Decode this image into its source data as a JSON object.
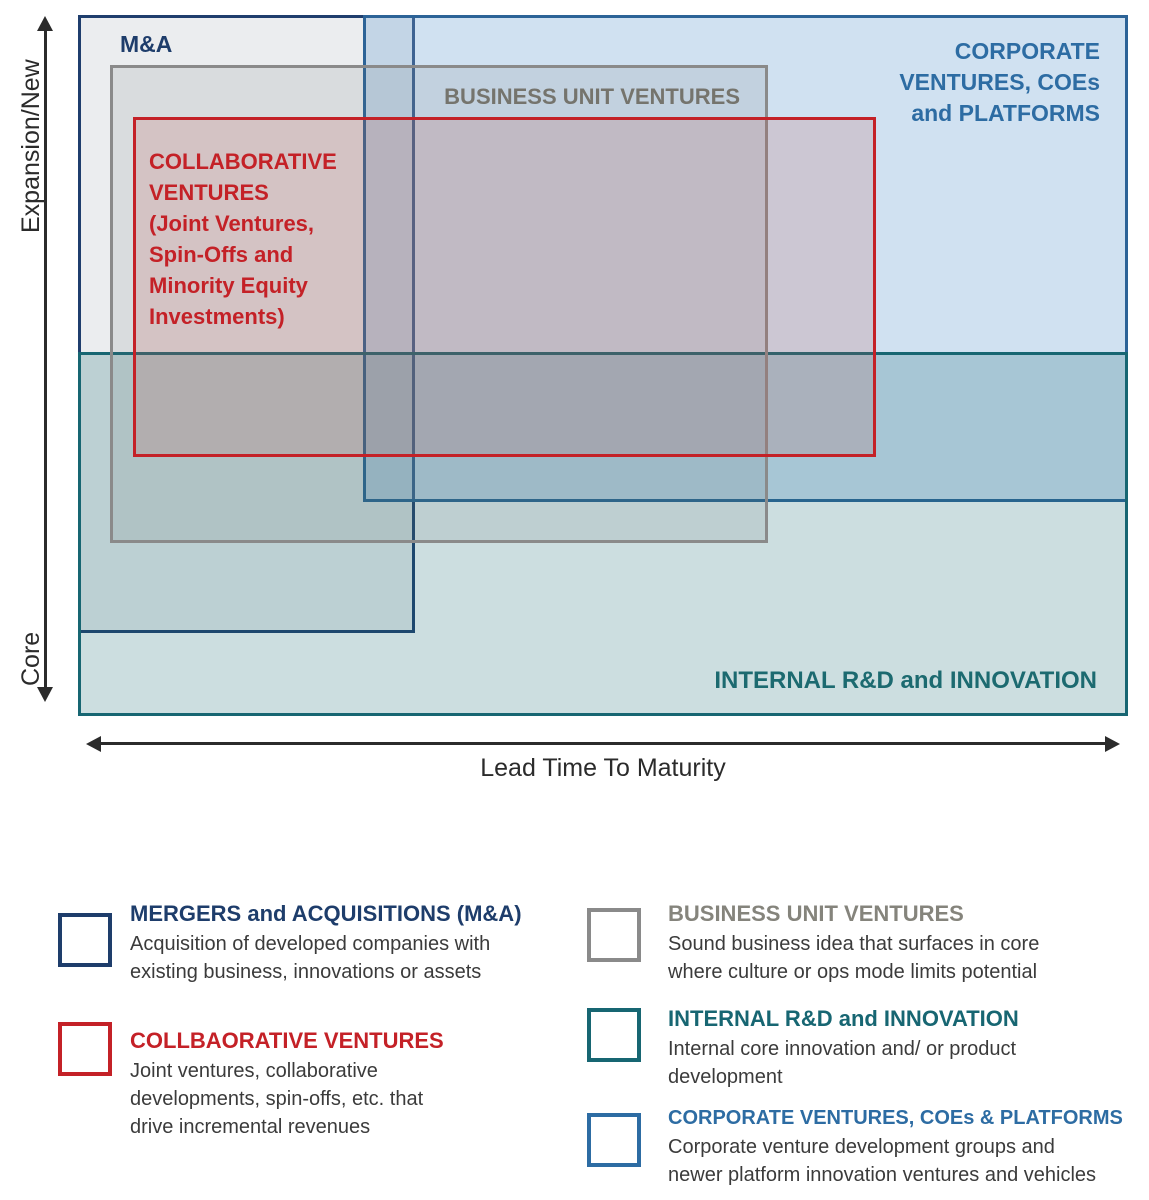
{
  "figure": {
    "axes": {
      "y_top_label": "Expansion/New",
      "y_bottom_label": "Core",
      "x_label": "Lead Time To Maturity"
    },
    "regions": {
      "mna": {
        "label": "M&A",
        "border_color": "#1f3e6d",
        "text_color": "#1e3d6b"
      },
      "corporate": {
        "label_lines": [
          "CORPORATE",
          "VENTURES, COEs",
          "and PLATFORMS"
        ],
        "border_color": "#2c6397",
        "text_color": "#2d6ca3"
      },
      "business_unit": {
        "label": "BUSINESS UNIT VENTURES",
        "border_color": "#8a8a8a",
        "text_color": "#75746d"
      },
      "collaborative": {
        "label_lines": [
          "COLLABORATIVE",
          "VENTURES",
          "(Joint Ventures,",
          "Spin-Offs and",
          "Minority Equity",
          "Investments)"
        ],
        "border_color": "#c42127",
        "text_color": "#c42127"
      },
      "internal_rd": {
        "label": "INTERNAL R&D and INNOVATION",
        "border_color": "#176672",
        "text_color": "#1c6a70"
      }
    }
  },
  "legend": {
    "items": [
      {
        "title": "MERGERS and ACQUISITIONS (M&A)",
        "title_color": "#1e3d6b",
        "swatch_color": "#1e3d6b",
        "body_lines": [
          "Acquisition of developed companies with",
          "existing business, innovations or assets"
        ]
      },
      {
        "title": "COLLBAORATIVE VENTURES",
        "title_color": "#c42127",
        "swatch_color": "#c42127",
        "body_lines": [
          "Joint ventures, collaborative",
          "developments, spin-offs, etc. that",
          "drive incremental revenues"
        ]
      },
      {
        "title": "BUSINESS UNIT VENTURES",
        "title_color": "#85847c",
        "swatch_color": "#8a8a8a",
        "body_lines": [
          "Sound business idea that surfaces in core",
          "where culture or ops mode limits potential"
        ]
      },
      {
        "title": "INTERNAL R&D and INNOVATION",
        "title_color": "#176672",
        "swatch_color": "#176672",
        "body_lines": [
          "Internal core innovation and/ or product",
          "development"
        ]
      },
      {
        "title": "CORPORATE VENTURES, COEs & PLATFORMS",
        "title_color": "#2d6ca3",
        "swatch_color": "#2d6ca3",
        "body_lines": [
          "Corporate venture development groups and",
          "newer platform innovation ventures and vehicles"
        ]
      }
    ]
  }
}
